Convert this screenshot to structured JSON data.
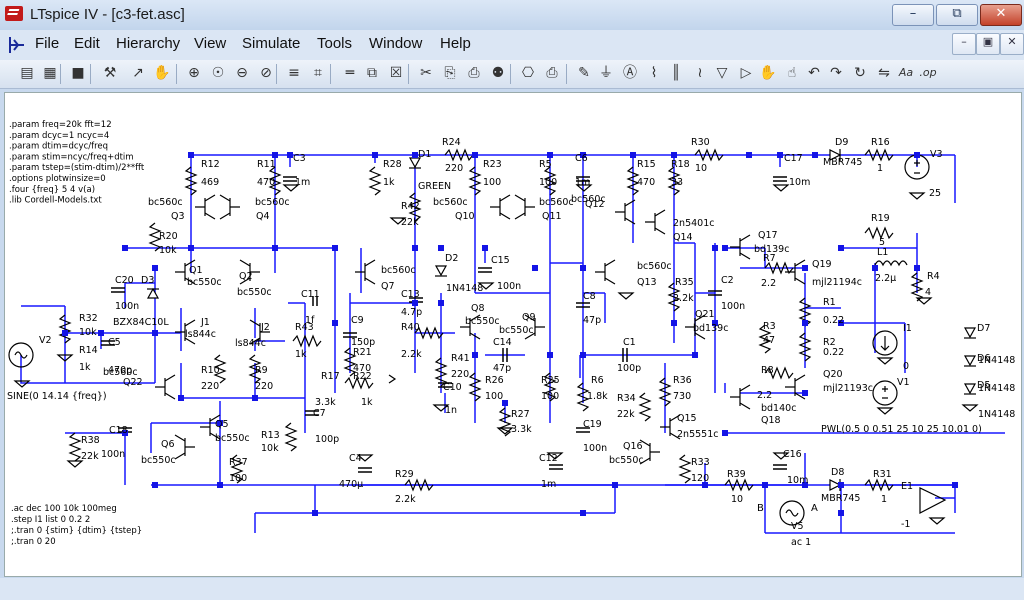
{
  "window": {
    "title": "LTspice IV - [c3-fet.asc]",
    "controls": [
      "–",
      "⧉",
      "✕"
    ]
  },
  "menu": {
    "items": [
      "File",
      "Edit",
      "Hierarchy",
      "View",
      "Simulate",
      "Tools",
      "Window",
      "Help"
    ],
    "mdi_controls": [
      "–",
      "▣",
      "✕"
    ]
  },
  "toolbar": {
    "icons": [
      {
        "name": "new-schematic-icon",
        "glyph": "▤"
      },
      {
        "name": "open-icon",
        "glyph": "▦"
      },
      {
        "name": "save-icon",
        "glyph": "■"
      },
      {
        "name": "control-panel-icon",
        "glyph": "⚒"
      },
      {
        "name": "run-icon",
        "glyph": "↗"
      },
      {
        "name": "halt-icon",
        "glyph": "✋"
      },
      {
        "name": "zoom-in-icon",
        "glyph": "⊕"
      },
      {
        "name": "pan-icon",
        "glyph": "☉"
      },
      {
        "name": "zoom-out-icon",
        "glyph": "⊖"
      },
      {
        "name": "zoom-fit-icon",
        "glyph": "⊘"
      },
      {
        "name": "autorange-icon",
        "glyph": "≡"
      },
      {
        "name": "view-fft-icon",
        "glyph": "⌗"
      },
      {
        "name": "tile-horizontal-icon",
        "glyph": "═"
      },
      {
        "name": "cascade-icon",
        "glyph": "⧉"
      },
      {
        "name": "close-window-icon",
        "glyph": "☒"
      },
      {
        "name": "cut-icon",
        "glyph": "✂"
      },
      {
        "name": "copy-icon",
        "glyph": "⎘"
      },
      {
        "name": "paste-icon",
        "glyph": "⎙"
      },
      {
        "name": "find-icon",
        "glyph": "⚉"
      },
      {
        "name": "print-setup-icon",
        "glyph": "⎔"
      },
      {
        "name": "print-icon",
        "glyph": "⎙"
      },
      {
        "name": "draw-wire-icon",
        "glyph": "✎"
      },
      {
        "name": "ground-icon",
        "glyph": "⏚"
      },
      {
        "name": "label-net-icon",
        "glyph": "Ⓐ"
      },
      {
        "name": "resistor-icon",
        "glyph": "⌇"
      },
      {
        "name": "capacitor-icon",
        "glyph": "║"
      },
      {
        "name": "inductor-icon",
        "glyph": "≀"
      },
      {
        "name": "diode-icon",
        "glyph": "▽"
      },
      {
        "name": "component-icon",
        "glyph": "▷"
      },
      {
        "name": "move-icon",
        "glyph": "✋"
      },
      {
        "name": "drag-icon",
        "glyph": "☝"
      },
      {
        "name": "undo-icon",
        "glyph": "↶"
      },
      {
        "name": "redo-icon",
        "glyph": "↷"
      },
      {
        "name": "rotate-icon",
        "glyph": "↻"
      },
      {
        "name": "mirror-icon",
        "glyph": "⇋"
      },
      {
        "name": "text-icon",
        "glyph": "Aa"
      },
      {
        "name": "spice-directive-icon",
        "glyph": ".op"
      }
    ]
  },
  "schematic": {
    "directives_top": [
      ".param freq=20k fft=12",
      ".param dcyc=1 ncyc=4",
      ".param dtim=dcyc/freq",
      ".param stim=ncyc/freq+dtim",
      ".param tstep=(stim-dtim)/2**fft",
      ".options plotwinsize=0",
      ".four {freq} 5 4 v(a)",
      ".lib Cordell-Models.txt"
    ],
    "directives_bottom": [
      ".ac dec 100 10k 100meg",
      ".step I1 list 0 0.2 2",
      ";.tran 0 {stim} {dtim} {tstep}",
      ";.tran 0 20"
    ],
    "components": [
      {
        "ref": "R12",
        "value": "469"
      },
      {
        "ref": "R11",
        "value": "470"
      },
      {
        "ref": "C3",
        "value": "1m"
      },
      {
        "ref": "R28",
        "value": "1k"
      },
      {
        "ref": "D1",
        "value": "GREEN"
      },
      {
        "ref": "R24",
        "value": "220"
      },
      {
        "ref": "R23",
        "value": "100"
      },
      {
        "ref": "R5",
        "value": "100"
      },
      {
        "ref": "C6",
        "value": "1m"
      },
      {
        "ref": "R15",
        "value": "470"
      },
      {
        "ref": "R18",
        "value": "33"
      },
      {
        "ref": "R30",
        "value": "10"
      },
      {
        "ref": "C17",
        "value": "10m"
      },
      {
        "ref": "D9",
        "value": "MBR745"
      },
      {
        "ref": "R16",
        "value": "1"
      },
      {
        "ref": "V3",
        "value": "25"
      },
      {
        "ref": "Q3",
        "value": "bc560c"
      },
      {
        "ref": "Q4",
        "value": "bc560c"
      },
      {
        "ref": "R42",
        "value": "22k"
      },
      {
        "ref": "Q10",
        "value": "bc560c"
      },
      {
        "ref": "Q11",
        "value": "bc560c"
      },
      {
        "ref": "Q12",
        "value": "bc560c"
      },
      {
        "ref": "Q14",
        "value": "2n5401c"
      },
      {
        "ref": "Q17",
        "value": "bd139c"
      },
      {
        "ref": "R19",
        "value": "5"
      },
      {
        "ref": "L1",
        "value": "2.2µ"
      },
      {
        "ref": "R20",
        "value": "10k"
      },
      {
        "ref": "Q1",
        "value": "bc550c"
      },
      {
        "ref": "Q2",
        "value": "bc550c"
      },
      {
        "ref": "Q7",
        "value": "bc560c"
      },
      {
        "ref": "D2",
        "value": "1N4148"
      },
      {
        "ref": "C15",
        "value": "100n"
      },
      {
        "ref": "Q13",
        "value": "bc560c"
      },
      {
        "ref": "R7",
        "value": "2.2"
      },
      {
        "ref": "Q19",
        "value": "mjl21194c"
      },
      {
        "ref": "R4",
        "value": "4"
      },
      {
        "ref": "C20",
        "value": "100n"
      },
      {
        "ref": "D3",
        "value": "BZX84C10L"
      },
      {
        "ref": "C11",
        "value": "1f"
      },
      {
        "ref": "C13",
        "value": "4.7p"
      },
      {
        "ref": "R35",
        "value": "2.2k"
      },
      {
        "ref": "C2",
        "value": "100n"
      },
      {
        "ref": "R1",
        "value": "0.22"
      },
      {
        "ref": "R32",
        "value": "10k"
      },
      {
        "ref": "R14",
        "value": "1k"
      },
      {
        "ref": "C5",
        "value": "470p"
      },
      {
        "ref": "V2",
        "value": "SINE(0 14.14 {freq})"
      },
      {
        "ref": "J1",
        "value": "ls844c"
      },
      {
        "ref": "J2",
        "value": "ls844c"
      },
      {
        "ref": "R43",
        "value": "1k"
      },
      {
        "ref": "C9",
        "value": "150p"
      },
      {
        "ref": "R40",
        "value": "2.2k"
      },
      {
        "ref": "Q8",
        "value": "bc550c"
      },
      {
        "ref": "Q9",
        "value": "bc550c"
      },
      {
        "ref": "C8",
        "value": "47p"
      },
      {
        "ref": "Q21",
        "value": "bd139c"
      },
      {
        "ref": "R3",
        "value": "47"
      },
      {
        "ref": "I1",
        "value": "0"
      },
      {
        "ref": "R2",
        "value": "0.22"
      },
      {
        "ref": "D7",
        "value": "1N4148"
      },
      {
        "ref": "D6",
        "value": "1N4148"
      },
      {
        "ref": "D5",
        "value": "1N4148"
      },
      {
        "ref": "R10",
        "value": "220"
      },
      {
        "ref": "R9",
        "value": "220"
      },
      {
        "ref": "R21",
        "value": "470"
      },
      {
        "ref": "R41",
        "value": "220"
      },
      {
        "ref": "C14",
        "value": "47p"
      },
      {
        "ref": "C1",
        "value": "100p"
      },
      {
        "ref": "Q22",
        "value": "bc560c"
      },
      {
        "ref": "R17",
        "value": "3.3k"
      },
      {
        "ref": "R22",
        "value": "1k"
      },
      {
        "ref": "C10",
        "value": "1n"
      },
      {
        "ref": "R26",
        "value": "100"
      },
      {
        "ref": "R25",
        "value": "100"
      },
      {
        "ref": "R6",
        "value": "1.8k"
      },
      {
        "ref": "R36",
        "value": "730"
      },
      {
        "ref": "R8",
        "value": "2.2"
      },
      {
        "ref": "Q20",
        "value": "mjl21193c"
      },
      {
        "ref": "V1",
        "value": "PWL(0.5 0 0.51 25 10 25 10.01 0)"
      },
      {
        "ref": "Q5",
        "value": "bc550c"
      },
      {
        "ref": "C7",
        "value": "100p"
      },
      {
        "ref": "R27",
        "value": "3.3k"
      },
      {
        "ref": "R34",
        "value": "22k"
      },
      {
        "ref": "Q15",
        "value": "2n5551c"
      },
      {
        "ref": "Q18",
        "value": "bd140c"
      },
      {
        "ref": "R38",
        "value": "22k"
      },
      {
        "ref": "C18",
        "value": "100n"
      },
      {
        "ref": "Q6",
        "value": "bc550c"
      },
      {
        "ref": "R13",
        "value": "10k"
      },
      {
        "ref": "C19",
        "value": "100n"
      },
      {
        "ref": "Q16",
        "value": "bc550c"
      },
      {
        "ref": "C16",
        "value": "10m"
      },
      {
        "ref": "R37",
        "value": "100"
      },
      {
        "ref": "C4",
        "value": "470µ"
      },
      {
        "ref": "R29",
        "value": "2.2k"
      },
      {
        "ref": "C12",
        "value": "1m"
      },
      {
        "ref": "R33",
        "value": "120"
      },
      {
        "ref": "R39",
        "value": "10"
      },
      {
        "ref": "D8",
        "value": "MBR745"
      },
      {
        "ref": "R31",
        "value": "1"
      },
      {
        "ref": "E1",
        "value": "-1"
      },
      {
        "ref": "V5",
        "value": "ac 1"
      }
    ],
    "net_labels": [
      "B",
      "A"
    ]
  },
  "colors": {
    "wire": "#1818ff",
    "node_dot": "#1414e6",
    "text": "#000000",
    "title_bg": "#c8d9ee",
    "close_red": "#c3422a"
  }
}
